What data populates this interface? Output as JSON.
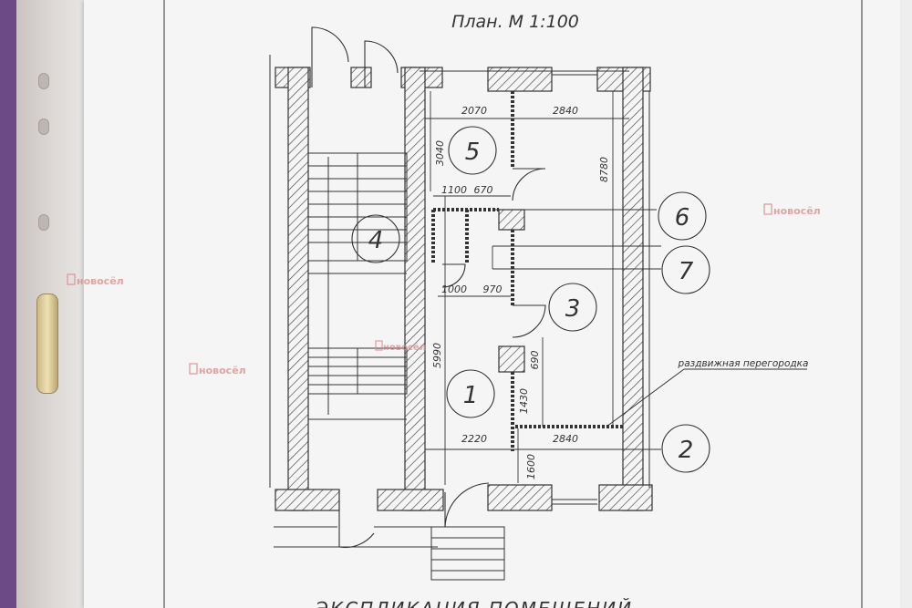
{
  "title": "План. М 1:100",
  "footer_heading": "ЭКСПЛИКАЦИЯ ПОМЕЩЕНИЙ",
  "room_numbers": [
    "5",
    "4",
    "3",
    "1",
    "6",
    "7",
    "2"
  ],
  "dimensions": {
    "d2070": "2070",
    "d2840_top": "2840",
    "d3040": "3040",
    "d8780": "8780",
    "d1100": "1100",
    "d670": "670",
    "d1000": "1000",
    "d970": "970",
    "d5990": "5990",
    "d690": "690",
    "d1430": "1430",
    "d2220": "2220",
    "d2840_bottom": "2840",
    "d1600": "1600"
  },
  "annotation": "раздвижная перегородка",
  "watermark": "новосёл",
  "colors": {
    "ink": "#333333",
    "watermark": "#d98a8a",
    "sleeve": "#6c4a86"
  }
}
